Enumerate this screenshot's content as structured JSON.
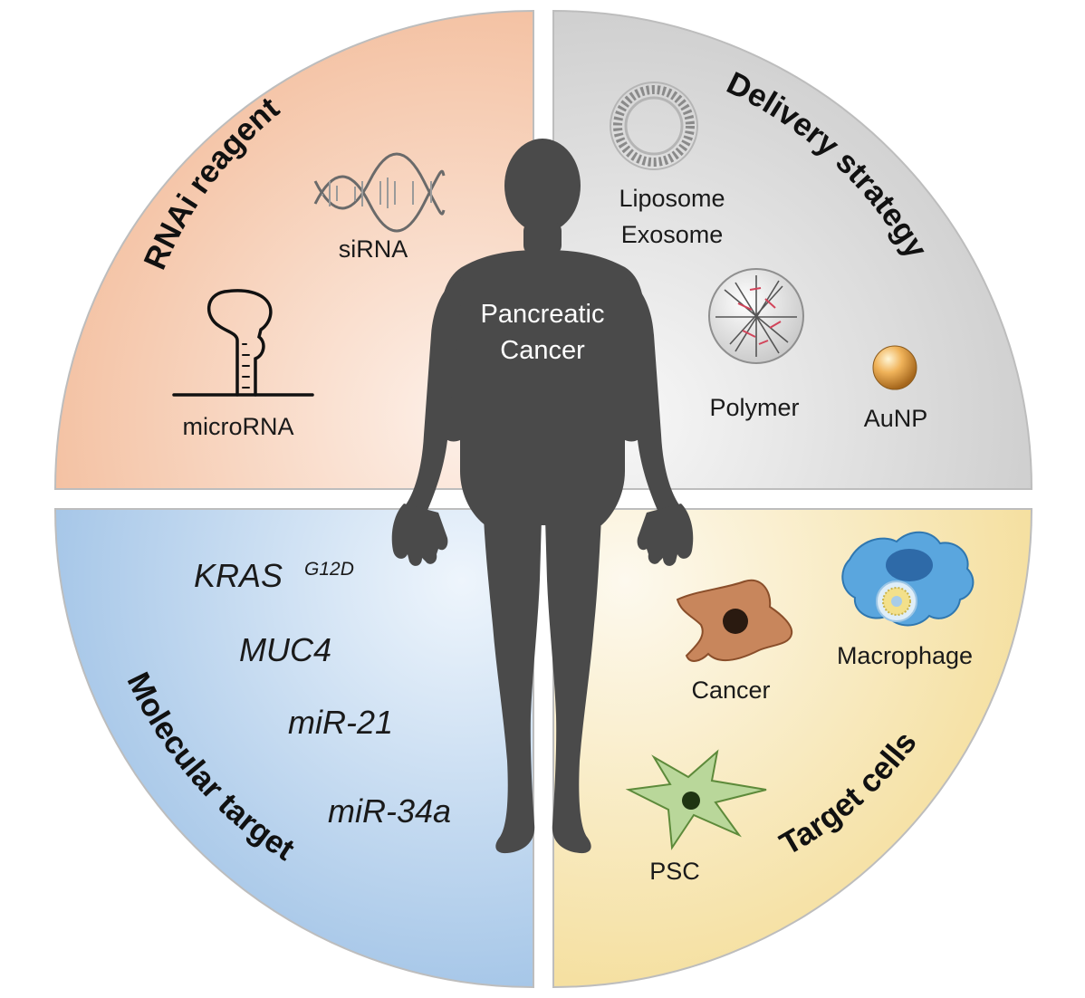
{
  "center": {
    "line1": "Pancreatic",
    "line2": "Cancer"
  },
  "quadrants": {
    "rnai": {
      "title": "RNAi reagent",
      "items": {
        "sirna": "siRNA",
        "microrna": "microRNA"
      }
    },
    "delivery": {
      "title": "Delivery strategy",
      "items": {
        "liposome": "Liposome",
        "exosome": "Exosome",
        "polymer": "Polymer",
        "aunp": "AuNP"
      }
    },
    "molecular": {
      "title": "Molecular target",
      "items": {
        "kras": "KRAS",
        "kras_sup": "G12D",
        "muc4": "MUC4",
        "mir21": "miR-21",
        "mir34a": "miR-34a"
      }
    },
    "cells": {
      "title": "Target cells",
      "items": {
        "cancer": "Cancer",
        "macrophage": "Macrophage",
        "psc": "PSC"
      }
    }
  },
  "colors": {
    "rnai_fill": "#f4c2a3",
    "delivery_fill": "#d4d4d4",
    "molecular_fill": "#a9c9e8",
    "cells_fill": "#f6e3a6",
    "silhouette": "#4a4a4a"
  }
}
